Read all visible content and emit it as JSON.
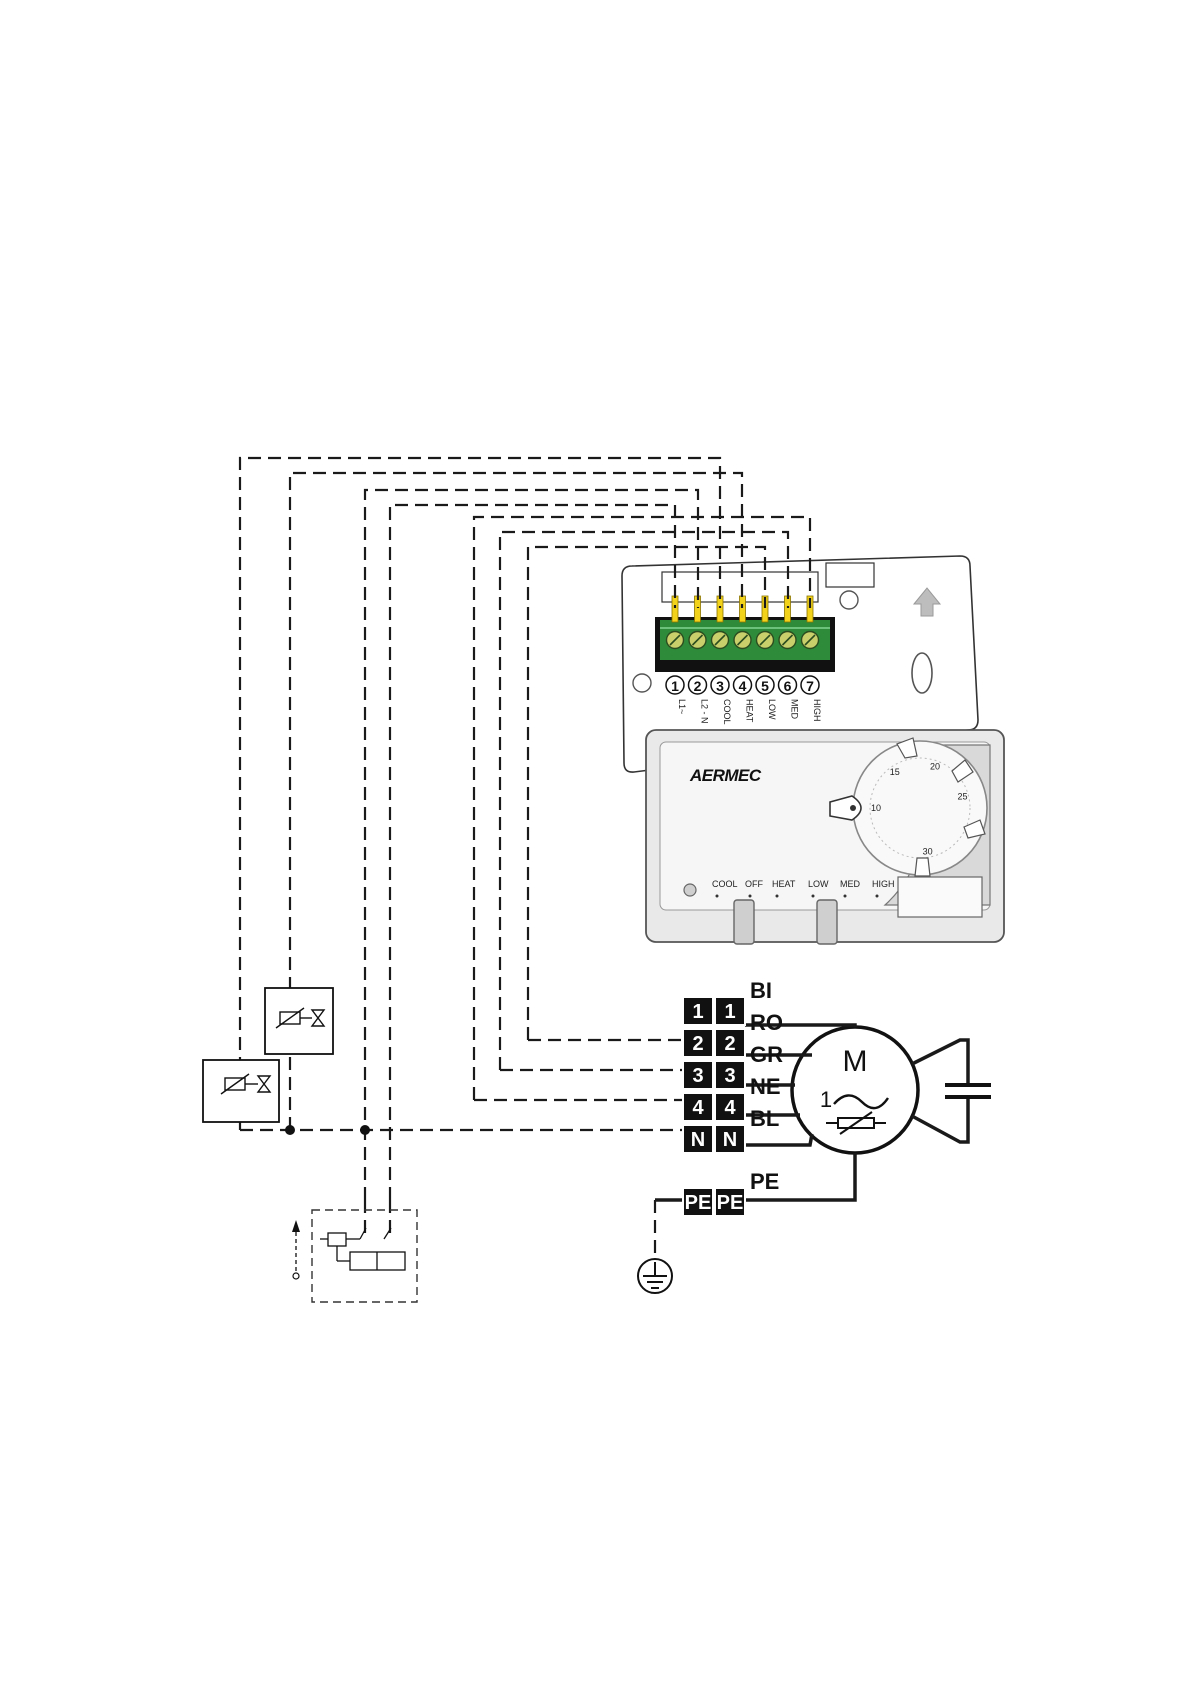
{
  "thermostat": {
    "brand": "AERMEC",
    "terminals": [
      {
        "number": "1",
        "label": "L1~"
      },
      {
        "number": "2",
        "label": "L2 - N"
      },
      {
        "number": "3",
        "label": "COOL"
      },
      {
        "number": "4",
        "label": "HEAT"
      },
      {
        "number": "5",
        "label": "LOW"
      },
      {
        "number": "6",
        "label": "MED"
      },
      {
        "number": "7",
        "label": "HIGH"
      }
    ],
    "dial_marks": [
      "10",
      "15",
      "20",
      "25",
      "30"
    ],
    "mode_switch": [
      "COOL",
      "OFF",
      "HEAT"
    ],
    "speed_switch": [
      "LOW",
      "MED",
      "HIGH"
    ]
  },
  "motor": {
    "symbol": "M",
    "phase": "1",
    "connector_rows": [
      {
        "left": "1",
        "right": "1",
        "wire": "BI"
      },
      {
        "left": "2",
        "right": "2",
        "wire": "RO"
      },
      {
        "left": "3",
        "right": "3",
        "wire": "GR"
      },
      {
        "left": "4",
        "right": "4",
        "wire": "NE"
      },
      {
        "left": "N",
        "right": "N",
        "wire": "BL"
      }
    ],
    "earth": {
      "left": "PE",
      "right": "PE",
      "wire": "PE"
    }
  },
  "colors": {
    "line": "#1a1a1a",
    "terminal_block": "#2e8b3a",
    "wire_tip": "#f2d21b",
    "connector": "#111111"
  }
}
